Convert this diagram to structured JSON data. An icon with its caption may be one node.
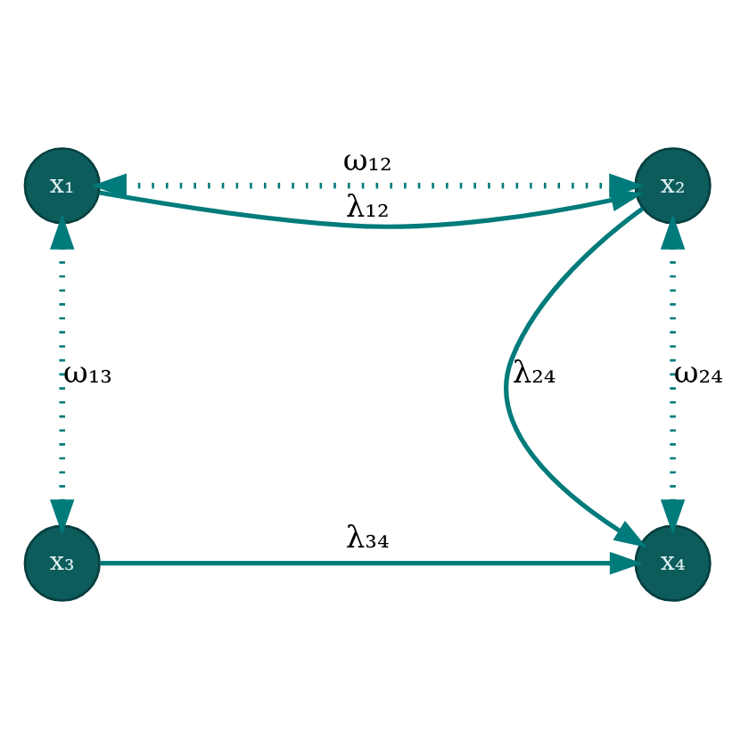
{
  "diagram": {
    "nodes": [
      {
        "text": [
          "x₁"
        ]
      },
      {
        "text": [
          "x₂"
        ]
      },
      {
        "text": [
          "x₃"
        ]
      },
      {
        "text": [
          "x₄"
        ]
      }
    ],
    "edges": [
      {
        "from": 0,
        "to": 1,
        "arrow": "to",
        "label": "λ₁₂"
      },
      {
        "from": 1,
        "to": 3,
        "arrow": "to",
        "label": "λ₂₄"
      },
      {
        "from": 2,
        "to": 3,
        "arrow": "to",
        "label": "λ₃₄"
      },
      {
        "from": 0,
        "to": 1,
        "arrow": "both",
        "label": "ω₁₂",
        "style": "dashed"
      },
      {
        "from": 1,
        "to": 3,
        "arrow": "both",
        "label": "ω₂₄",
        "style": "dashed"
      },
      {
        "from": 0,
        "to": 2,
        "arrow": "both",
        "label": "ω₁₃",
        "style": "dashed"
      }
    ]
  }
}
